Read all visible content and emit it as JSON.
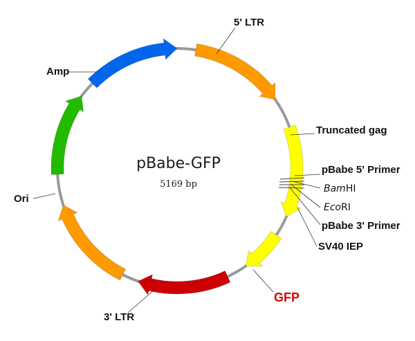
{
  "plasmid": {
    "name": "pBabe-GFP",
    "size": "5169 bp",
    "backbone_color": "#9a9a9a"
  },
  "features": [
    {
      "id": "ltr5",
      "label": "5' LTR",
      "color": "#ff9900",
      "start": 9,
      "end": 55
    },
    {
      "id": "gag",
      "label": "Truncated gag",
      "color": "#ffff00",
      "start": 70,
      "end": 114
    },
    {
      "id": "sv40",
      "label": "SV40 IEP",
      "color": "#ffff00",
      "start": 124,
      "end": 145
    },
    {
      "id": "gfp",
      "label": "GFP",
      "color": "#cc0000",
      "start": 155,
      "end": 199
    },
    {
      "id": "ltr3",
      "label": "3' LTR",
      "color": "#ff9900",
      "start": 207,
      "end": 252
    },
    {
      "id": "ori",
      "label": "Ori",
      "color": "#22bb00",
      "start": 267,
      "end": 307
    },
    {
      "id": "amp",
      "label": "Amp",
      "color": "#0066ee",
      "start": 315,
      "end": 360
    }
  ],
  "sites": [
    {
      "id": "p5",
      "label": "pBabe 5' Primer",
      "angle": 113
    },
    {
      "id": "bam",
      "prefix": "Bam",
      "suffix": "HI",
      "angle": 117
    },
    {
      "id": "eco",
      "prefix": "Eco",
      "suffix": "RI",
      "angle": 119
    },
    {
      "id": "p3",
      "label": "pBabe 3' Primer",
      "angle": 122
    }
  ],
  "labels": {
    "ltr5": "5' LTR",
    "gag": "Truncated gag",
    "p5": "pBabe 5' Primer",
    "bam_prefix": "Bam",
    "bam_suffix": "HI",
    "eco_prefix": "Eco",
    "eco_suffix": "RI",
    "p3": "pBabe 3' Primer",
    "sv40": "SV40 IEP",
    "gfp": "GFP",
    "ltr3": "3' LTR",
    "ori": "Ori",
    "amp": "Amp"
  },
  "colors": {
    "gfp_label": "#dd0000"
  }
}
